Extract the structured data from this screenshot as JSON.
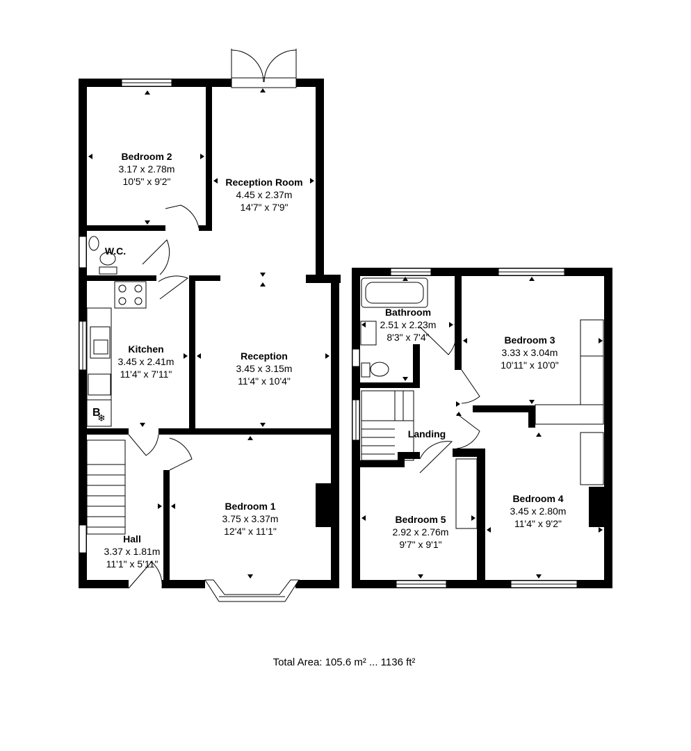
{
  "rooms": {
    "bedroom2": {
      "name": "Bedroom 2",
      "metric": "3.17 x 2.78m",
      "imperial": "10'5\" x 9'2\""
    },
    "reception_room": {
      "name": "Reception Room",
      "metric": "4.45 x 2.37m",
      "imperial": "14'7\" x 7'9\""
    },
    "wc": {
      "name": "W.C."
    },
    "kitchen": {
      "name": "Kitchen",
      "metric": "3.45 x 2.41m",
      "imperial": "11'4\" x 7'11\""
    },
    "reception": {
      "name": "Reception",
      "metric": "3.45 x 3.15m",
      "imperial": "11'4\" x 10'4\""
    },
    "bedroom1": {
      "name": "Bedroom 1",
      "metric": "3.75 x 3.37m",
      "imperial": "12'4\" x 11'1\""
    },
    "hall": {
      "name": "Hall",
      "metric": "3.37 x 1.81m",
      "imperial": "11'1\" x 5'11\""
    },
    "bathroom": {
      "name": "Bathroom",
      "metric": "2.51 x 2.23m",
      "imperial": "8'3\" x 7'4\""
    },
    "bedroom3": {
      "name": "Bedroom 3",
      "metric": "3.33 x 3.04m",
      "imperial": "10'11\" x 10'0\""
    },
    "landing": {
      "name": "Landing"
    },
    "bedroom4": {
      "name": "Bedroom 4",
      "metric": "3.45 x 2.80m",
      "imperial": "11'4\" x 9'2\""
    },
    "bedroom5": {
      "name": "Bedroom 5",
      "metric": "2.92 x 2.76m",
      "imperial": "9'7\" x 9'1\""
    }
  },
  "boiler_label": "B",
  "total_area": "Total Area: 105.6 m² ... 1136 ft²"
}
